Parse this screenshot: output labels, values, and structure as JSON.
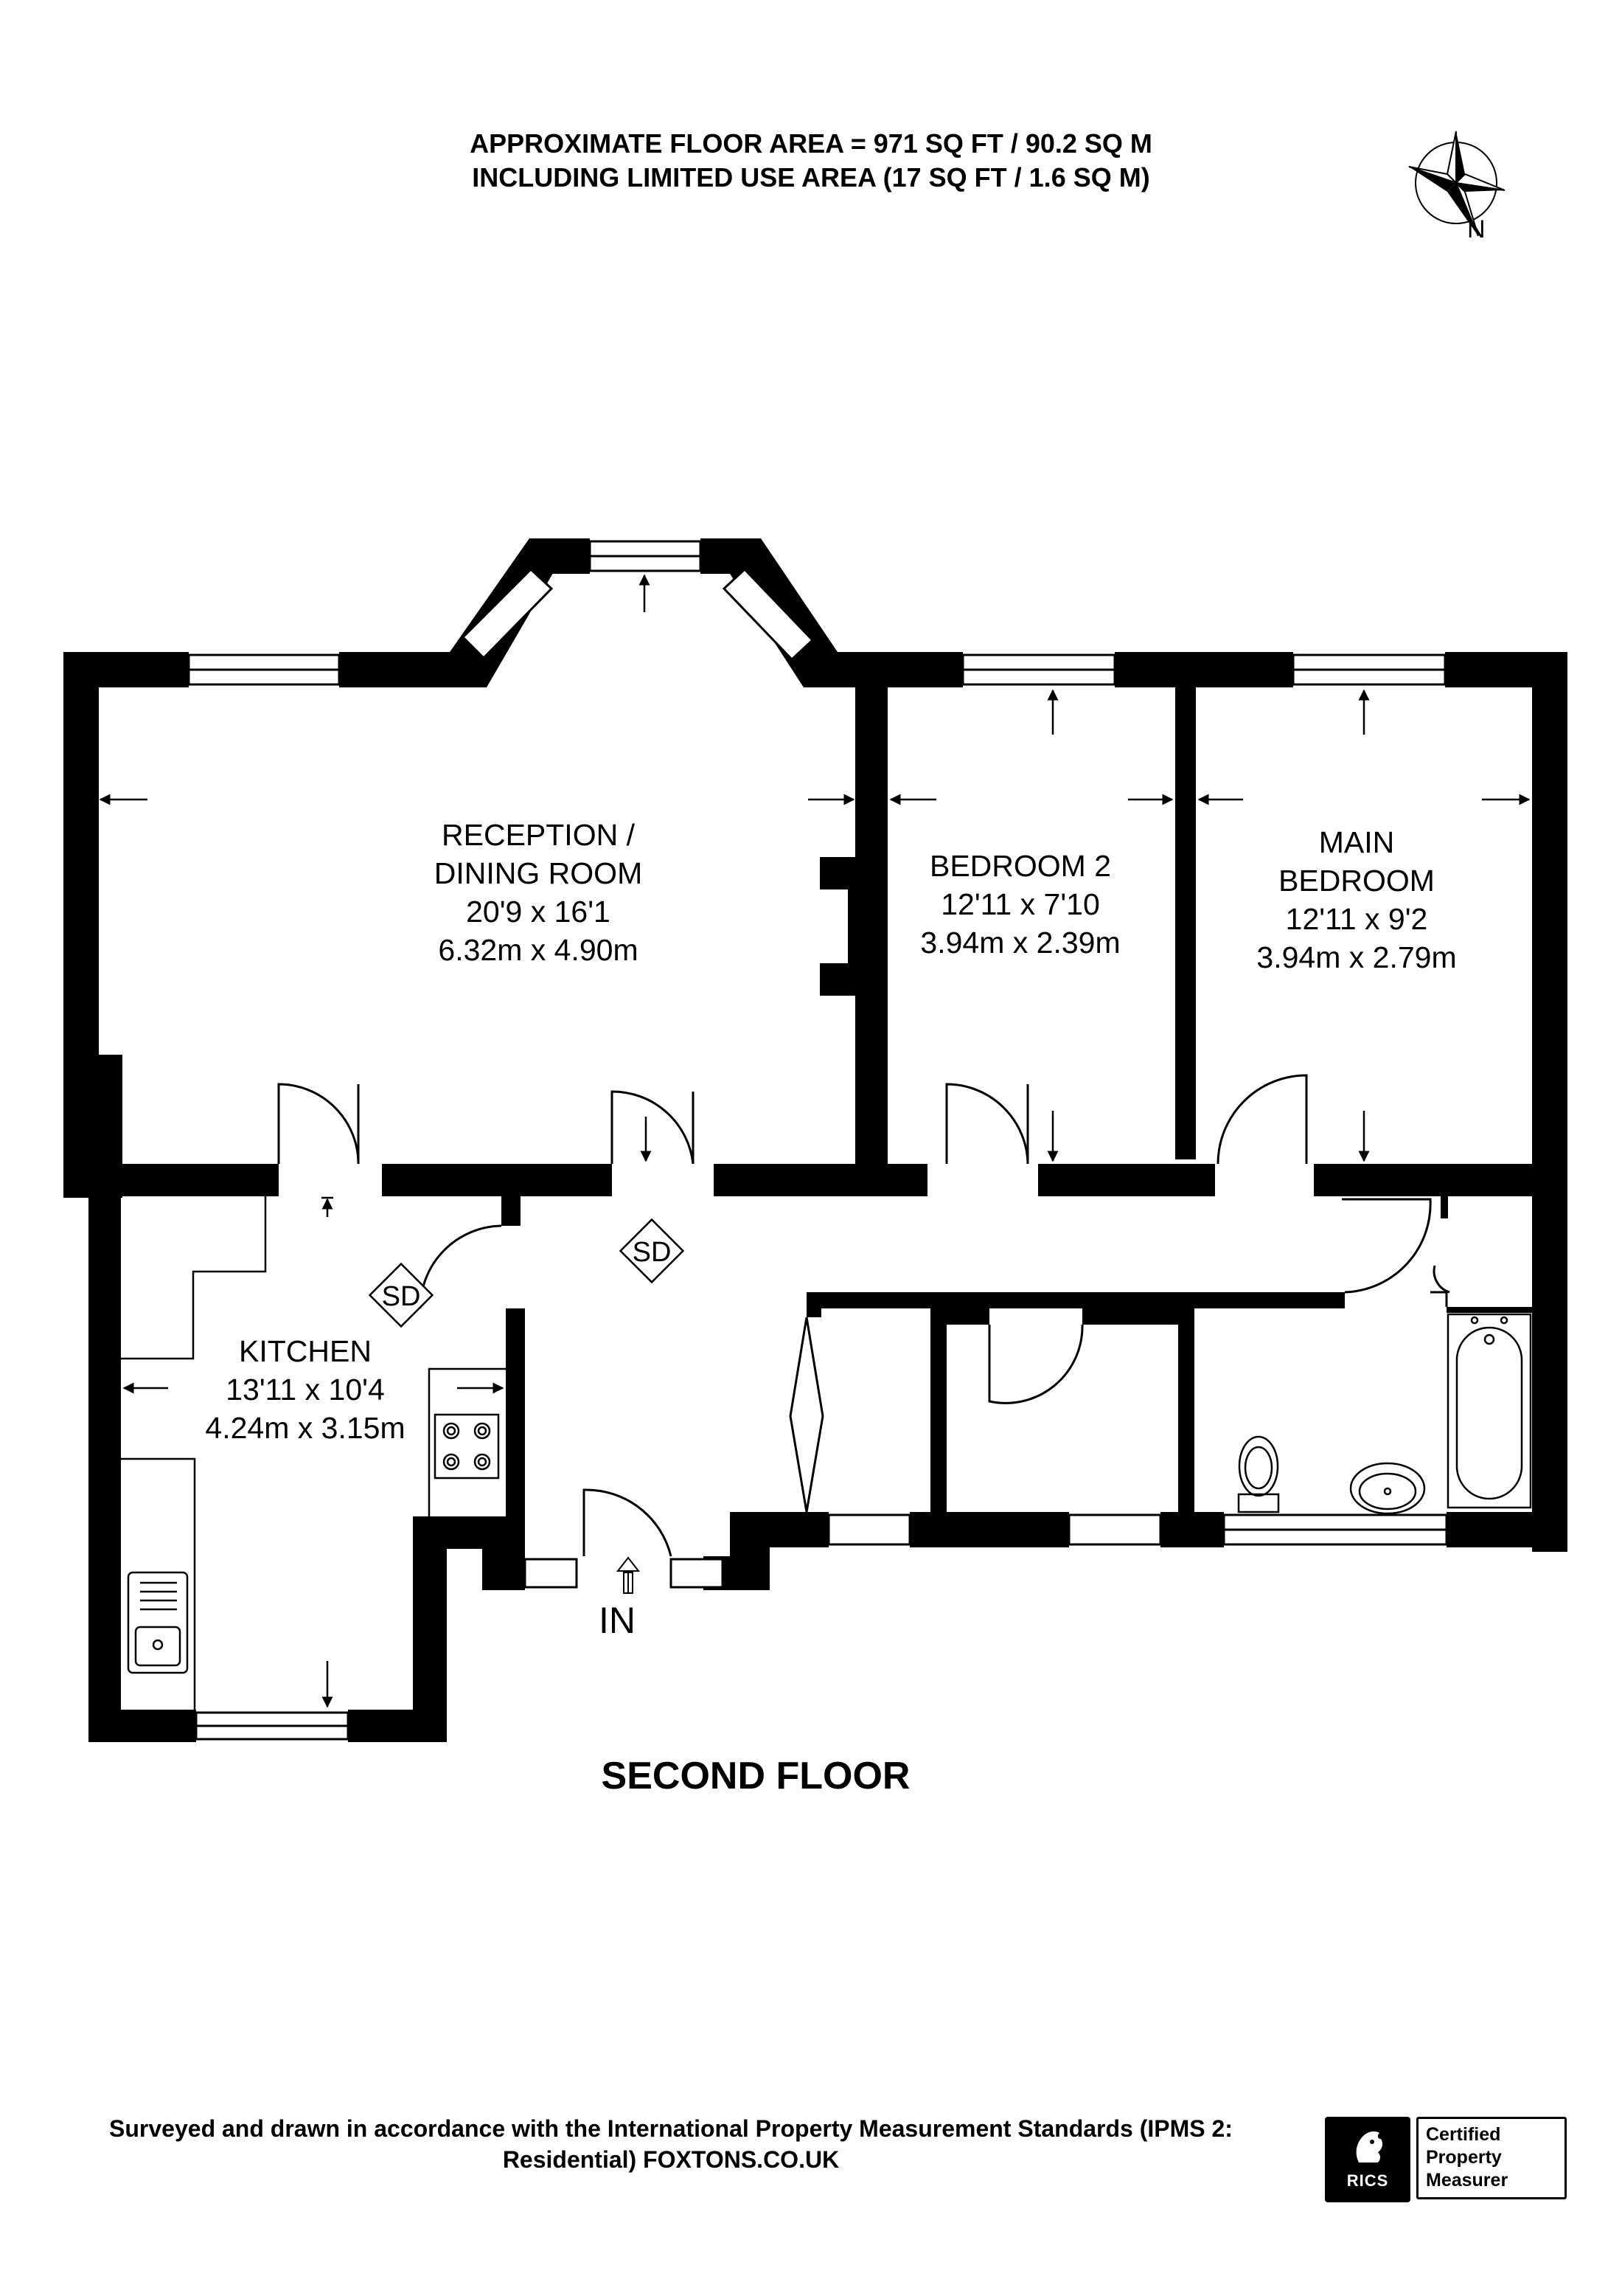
{
  "header": {
    "line1": "APPROXIMATE FLOOR AREA = 971 SQ FT / 90.2 SQ M",
    "line2": "INCLUDING LIMITED USE AREA (17 SQ FT / 1.6 SQ M)"
  },
  "compass": {
    "north_label": "N",
    "icon": "compass-rose-icon"
  },
  "rooms": {
    "reception": {
      "name1": "RECEPTION /",
      "name2": "DINING ROOM",
      "imperial": "20'9 x 16'1",
      "metric": "6.32m x 4.90m"
    },
    "bedroom2": {
      "name": "BEDROOM 2",
      "imperial": "12'11 x 7'10",
      "metric": "3.94m x 2.39m"
    },
    "main_bedroom": {
      "name1": "MAIN",
      "name2": "BEDROOM",
      "imperial": "12'11 x 9'2",
      "metric": "3.94m x 2.79m"
    },
    "kitchen": {
      "name": "KITCHEN",
      "imperial": "13'11 x 10'4",
      "metric": "4.24m x 3.15m"
    }
  },
  "markers": {
    "sd": "SD",
    "entrance": "IN"
  },
  "floor_title": "SECOND FLOOR",
  "footer": {
    "line1": "Surveyed and drawn in accordance with the International Property Measurement Standards (IPMS 2:",
    "line2": "Residential) FOXTONS.CO.UK"
  },
  "badge": {
    "logo_text": "RICS",
    "cert_line1": "Certified",
    "cert_line2": "Property",
    "cert_line3": "Measurer"
  },
  "colors": {
    "wall": "#000000",
    "background": "#ffffff"
  }
}
